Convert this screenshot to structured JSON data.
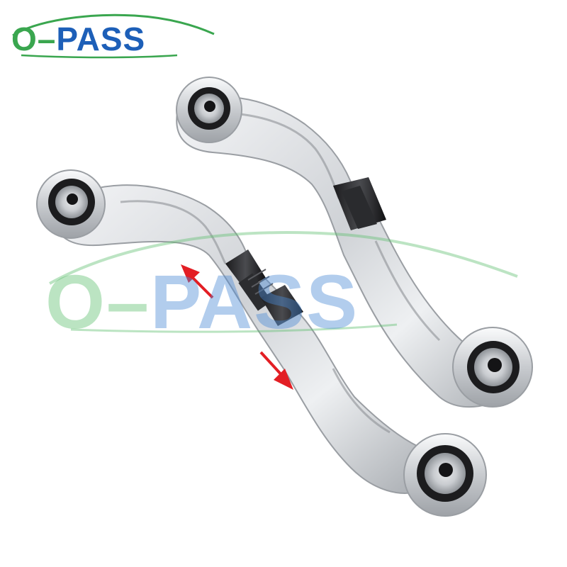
{
  "brand": {
    "logo_o": "O",
    "logo_dash": "–",
    "logo_pass": "PASS",
    "colors": {
      "green": "#3aa64f",
      "blue": "#1d5fb8"
    }
  },
  "watermark": {
    "text_o": "O",
    "text_dash": "–",
    "text_pass": "PASS"
  },
  "product": {
    "description_icon": "adjustable-control-arm-pair",
    "arrow_color": "#e31e24"
  }
}
